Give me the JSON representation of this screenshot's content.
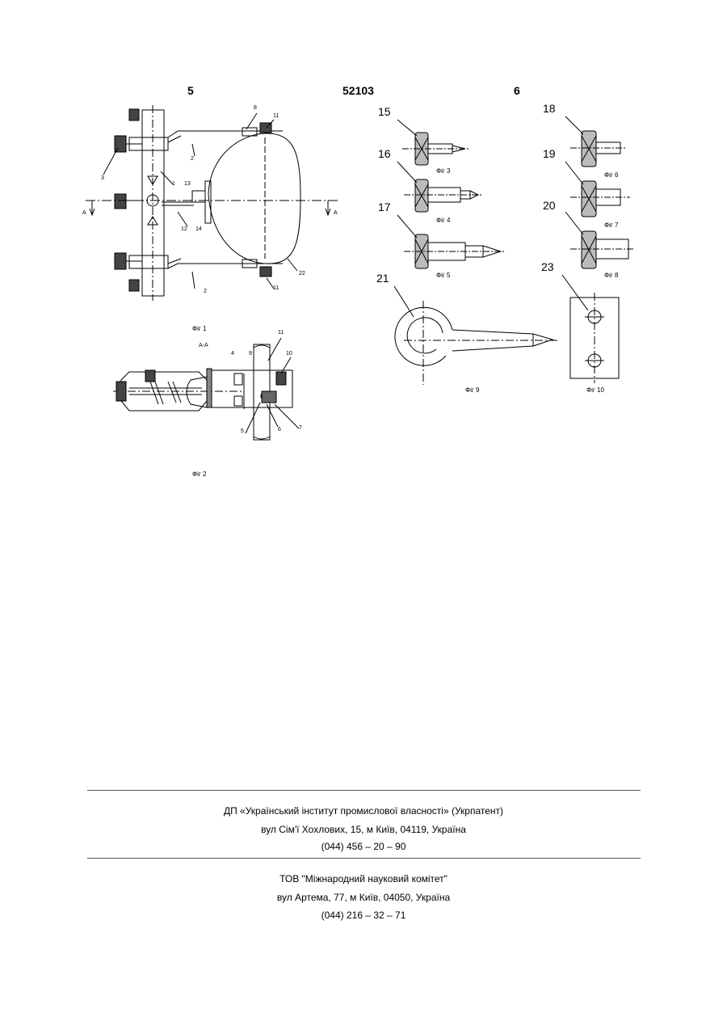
{
  "header": {
    "left_page": "5",
    "doc_number": "52103",
    "right_page": "6"
  },
  "figures": {
    "fig1": {
      "caption": "Фіг 1",
      "labels": [
        "1",
        "2",
        "3",
        "8",
        "11",
        "12",
        "13",
        "14",
        "22",
        "2",
        "11"
      ],
      "section_mark": "А"
    },
    "fig2": {
      "caption": "Фіг 2",
      "section_title": "А-А",
      "labels": [
        "4",
        "9",
        "11",
        "10",
        "5",
        "6",
        "7"
      ]
    },
    "fig3": {
      "caption": "Фіг 3",
      "number": "15"
    },
    "fig4": {
      "caption": "Фіг 4",
      "number": "16"
    },
    "fig5": {
      "caption": "Фіг 5",
      "number": "17"
    },
    "fig6": {
      "caption": "Фіг 6",
      "number": "18"
    },
    "fig7": {
      "caption": "Фіг 7",
      "number": "19"
    },
    "fig8": {
      "caption": "Фіг 8",
      "number": "20"
    },
    "fig9": {
      "caption": "Фіг 9",
      "number": "21"
    },
    "fig10": {
      "caption": "Фіг 10",
      "number": "23"
    }
  },
  "footer": {
    "org1": {
      "name": "ДП «Український інститут промислової власності» (Укрпатент)",
      "address": "вул  Сім'ї Хохлових, 15, м  Київ, 04119, Україна",
      "phone": "(044) 456 – 20 –  90"
    },
    "org2": {
      "name": "ТОВ \"Міжнародний науковий комітет\"",
      "address": "вул  Артема, 77, м  Київ, 04050, Україна",
      "phone": "(044) 216 – 32 – 71"
    }
  }
}
